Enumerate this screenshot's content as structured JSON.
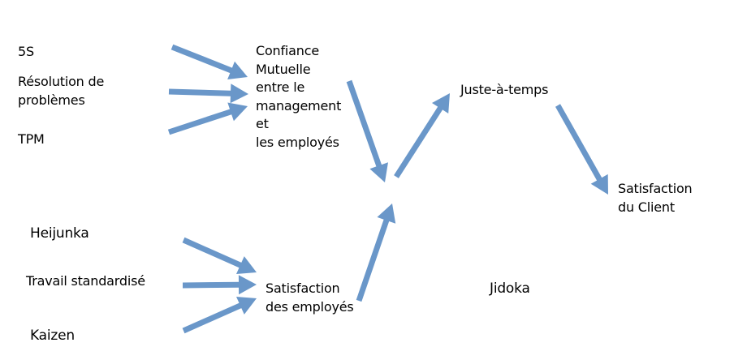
{
  "diagram": {
    "arrow_color": "#6A97C9",
    "nodes": {
      "five_s": "5S",
      "resolution": "Résolution de\nproblèmes",
      "tpm": "TPM",
      "confiance": "Confiance\nMutuelle\nentre le\nmanagement\net\nles employés",
      "juste_a_temps": "Juste-à-temps",
      "satisfaction_client": "Satisfaction\ndu Client",
      "heijunka": "Heijunka",
      "travail_standardise": "Travail standardisé",
      "kaizen": "Kaizen",
      "satisfaction_employes": "Satisfaction\ndes employés",
      "jidoka": "Jidoka"
    },
    "edges": [
      {
        "from": "5S",
        "to": "Confiance Mutuelle entre le management et les employés"
      },
      {
        "from": "Résolution de problèmes",
        "to": "Confiance Mutuelle entre le management et les employés"
      },
      {
        "from": "TPM",
        "to": "Confiance Mutuelle entre le management et les employés"
      },
      {
        "from": "Heijunka",
        "to": "Satisfaction des employés"
      },
      {
        "from": "Travail standardisé",
        "to": "Satisfaction des employés"
      },
      {
        "from": "Kaizen",
        "to": "Satisfaction des employés"
      },
      {
        "from": "Confiance Mutuelle entre le management et les employés",
        "to": "Juste-à-temps"
      },
      {
        "from": "Satisfaction des employés",
        "to": "Juste-à-temps"
      },
      {
        "from": "Juste-à-temps",
        "to": "Satisfaction du Client"
      }
    ]
  }
}
